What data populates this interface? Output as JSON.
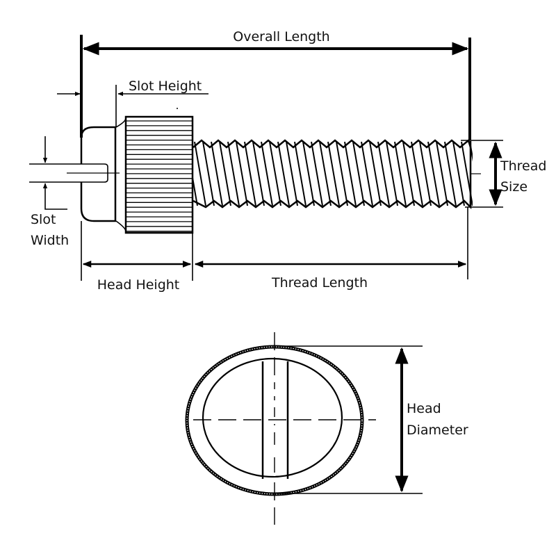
{
  "title": "Slotted knurled thumb screw dimension drawing",
  "colors": {
    "line": "#000000",
    "text": "#111111",
    "background": "#ffffff"
  },
  "side_view": {
    "overall_length": "Overall Length",
    "slot_height": "Slot Height",
    "slot_width_line1": "Slot",
    "slot_width_line2": "Width",
    "head_height": "Head Height",
    "thread_length": "Thread Length",
    "thread_size_line1": "Thread",
    "thread_size_line2": "Size"
  },
  "end_view": {
    "head_diameter_line1": "Head",
    "head_diameter_line2": "Diameter"
  }
}
